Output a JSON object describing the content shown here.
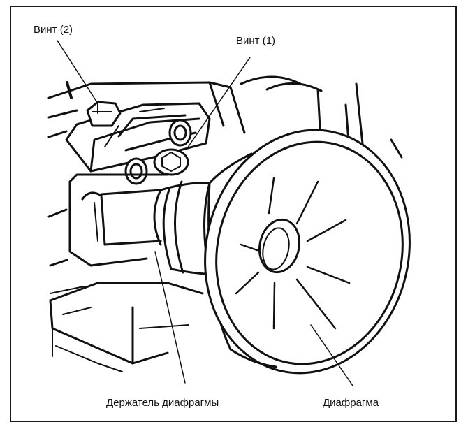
{
  "labels": {
    "screw_2": "Винт (2)",
    "screw_1": "Винт (1)",
    "diaphragm_holder": "Держатель диафрагмы",
    "diaphragm": "Диафрагма"
  },
  "colors": {
    "ink": "#111111",
    "paper": "#ffffff",
    "shade": "#6a6a6a"
  }
}
